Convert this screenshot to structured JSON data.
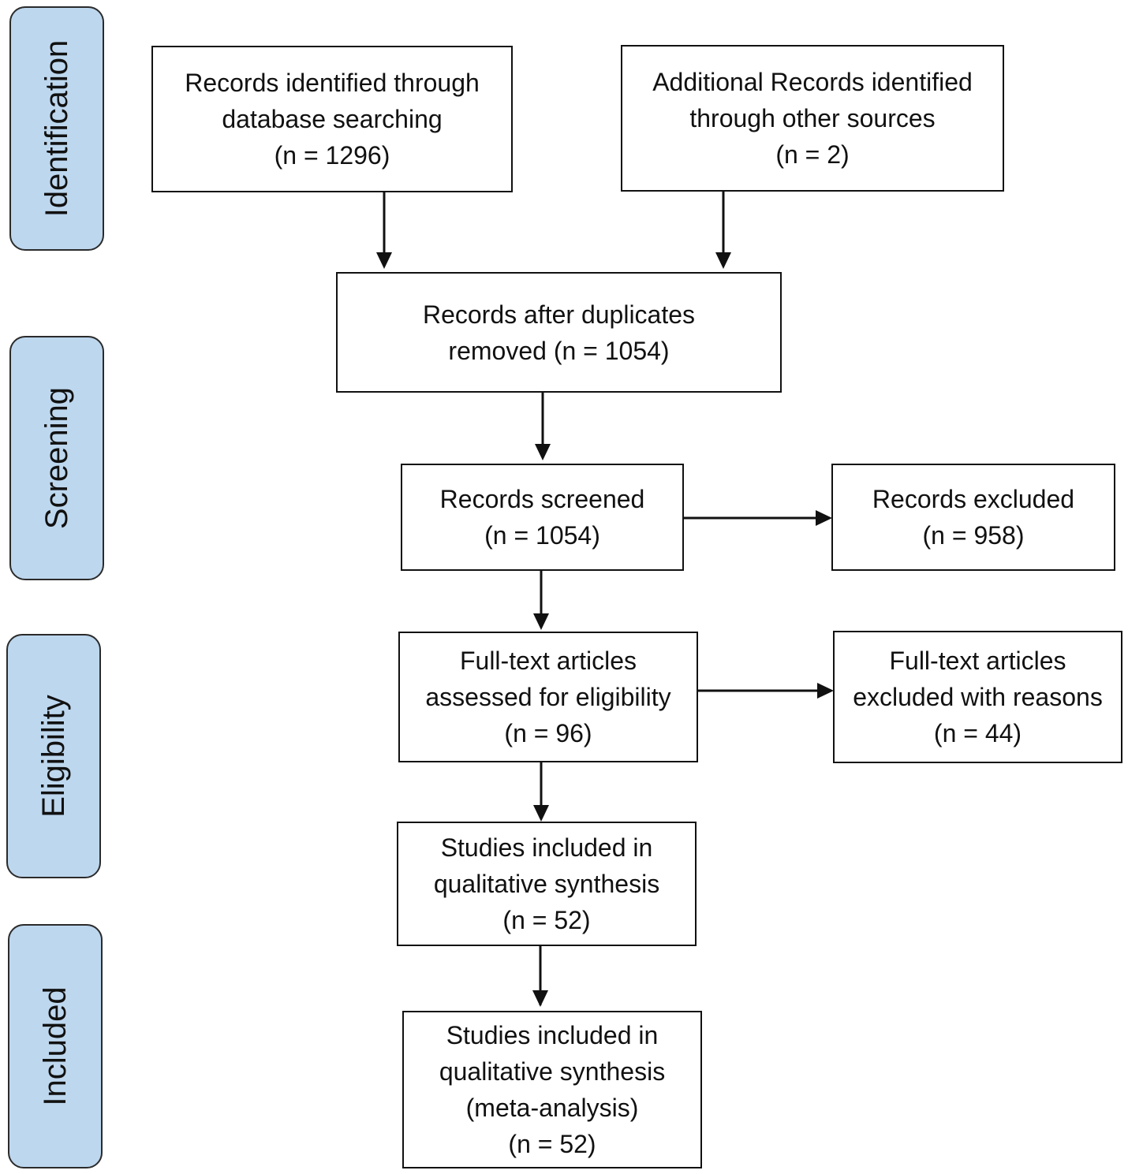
{
  "stages": {
    "identification": "Identification",
    "screening": "Screening",
    "eligibility": "Eligibility",
    "included": "Included"
  },
  "boxes": {
    "database_search": {
      "lines": [
        "Records identified through",
        "database searching",
        "(n = 1296)"
      ]
    },
    "other_sources": {
      "lines": [
        "Additional Records identified",
        "through other sources",
        "(n = 2)"
      ]
    },
    "duplicates_removed": {
      "lines": [
        "Records after duplicates",
        "removed (n = 1054)"
      ]
    },
    "screened": {
      "lines": [
        "Records screened",
        "(n = 1054)"
      ]
    },
    "excluded": {
      "lines": [
        "Records excluded",
        "(n = 958)"
      ]
    },
    "fulltext_assessed": {
      "lines": [
        "Full-text articles",
        "assessed for eligibility",
        "(n = 96)"
      ]
    },
    "fulltext_excluded": {
      "lines": [
        "Full-text articles",
        "excluded with reasons",
        "(n = 44)"
      ]
    },
    "qualitative": {
      "lines": [
        "Studies included in",
        "qualitative synthesis",
        "(n = 52)"
      ]
    },
    "meta_analysis": {
      "lines": [
        "Studies included in",
        "qualitative synthesis",
        "(meta-analysis)",
        "(n = 52)"
      ]
    }
  },
  "colors": {
    "stage_fill": "#bdd7ee",
    "stroke": "#111111"
  }
}
